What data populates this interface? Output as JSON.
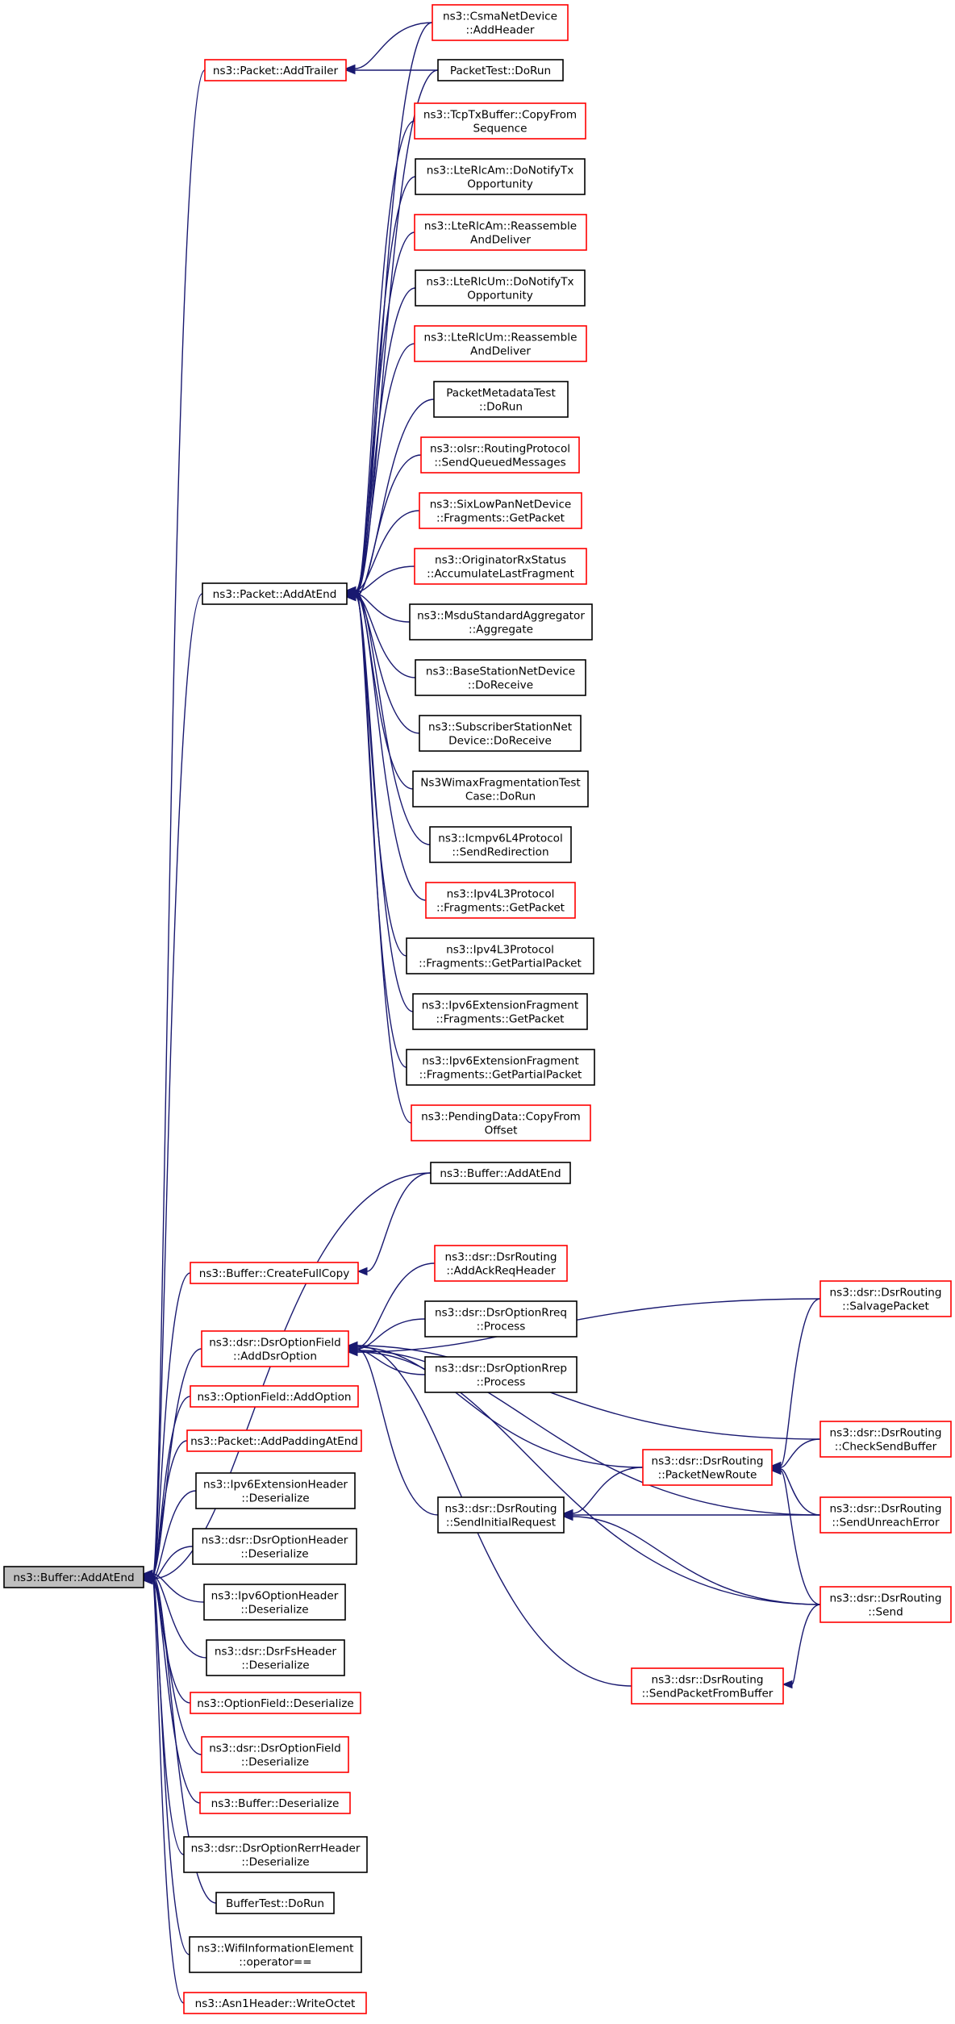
{
  "graph": {
    "root": "ns3::Buffer::AddAtEnd",
    "nodes": [
      {
        "id": "root",
        "lines": [
          "ns3::Buffer::AddAtEnd"
        ],
        "style": "root"
      },
      {
        "id": "addTrailer",
        "lines": [
          "ns3::Packet::AddTrailer"
        ],
        "style": "red"
      },
      {
        "id": "csmaAddHeader",
        "lines": [
          "ns3::CsmaNetDevice",
          "::AddHeader"
        ],
        "style": "red"
      },
      {
        "id": "packetTestDoRun",
        "lines": [
          "PacketTest::DoRun"
        ],
        "style": "black"
      },
      {
        "id": "tcpTxCopy",
        "lines": [
          "ns3::TcpTxBuffer::CopyFrom",
          "Sequence"
        ],
        "style": "red"
      },
      {
        "id": "lteAmNotify",
        "lines": [
          "ns3::LteRlcAm::DoNotifyTx",
          "Opportunity"
        ],
        "style": "black"
      },
      {
        "id": "lteAmReassemble",
        "lines": [
          "ns3::LteRlcAm::Reassemble",
          "AndDeliver"
        ],
        "style": "red"
      },
      {
        "id": "lteUmNotify",
        "lines": [
          "ns3::LteRlcUm::DoNotifyTx",
          "Opportunity"
        ],
        "style": "black"
      },
      {
        "id": "lteUmReassemble",
        "lines": [
          "ns3::LteRlcUm::Reassemble",
          "AndDeliver"
        ],
        "style": "red"
      },
      {
        "id": "pktMetaTest",
        "lines": [
          "PacketMetadataTest",
          "::DoRun"
        ],
        "style": "black"
      },
      {
        "id": "olsrSend",
        "lines": [
          "ns3::olsr::RoutingProtocol",
          "::SendQueuedMessages"
        ],
        "style": "red"
      },
      {
        "id": "sixLowPan",
        "lines": [
          "ns3::SixLowPanNetDevice",
          "::Fragments::GetPacket"
        ],
        "style": "red"
      },
      {
        "id": "originator",
        "lines": [
          "ns3::OriginatorRxStatus",
          "::AccumulateLastFragment"
        ],
        "style": "red"
      },
      {
        "id": "msdu",
        "lines": [
          "ns3::MsduStandardAggregator",
          "::Aggregate"
        ],
        "style": "black"
      },
      {
        "id": "baseStation",
        "lines": [
          "ns3::BaseStationNetDevice",
          "::DoReceive"
        ],
        "style": "black"
      },
      {
        "id": "subscriber",
        "lines": [
          "ns3::SubscriberStationNet",
          "Device::DoReceive"
        ],
        "style": "black"
      },
      {
        "id": "wimaxFrag",
        "lines": [
          "Ns3WimaxFragmentationTest",
          "Case::DoRun"
        ],
        "style": "black"
      },
      {
        "id": "icmpv6",
        "lines": [
          "ns3::Icmpv6L4Protocol",
          "::SendRedirection"
        ],
        "style": "black"
      },
      {
        "id": "ipv4GetPacket",
        "lines": [
          "ns3::Ipv4L3Protocol",
          "::Fragments::GetPacket"
        ],
        "style": "red"
      },
      {
        "id": "ipv4GetPartial",
        "lines": [
          "ns3::Ipv4L3Protocol",
          "::Fragments::GetPartialPacket"
        ],
        "style": "black"
      },
      {
        "id": "ipv6ExtGetPacket",
        "lines": [
          "ns3::Ipv6ExtensionFragment",
          "::Fragments::GetPacket"
        ],
        "style": "black"
      },
      {
        "id": "ipv6ExtGetPartial",
        "lines": [
          "ns3::Ipv6ExtensionFragment",
          "::Fragments::GetPartialPacket"
        ],
        "style": "black"
      },
      {
        "id": "pendingData",
        "lines": [
          "ns3::PendingData::CopyFrom",
          "Offset"
        ],
        "style": "red"
      },
      {
        "id": "packetAddAtEnd",
        "lines": [
          "ns3::Packet::AddAtEnd"
        ],
        "style": "black"
      },
      {
        "id": "bufferAddAtEnd",
        "lines": [
          "ns3::Buffer::AddAtEnd"
        ],
        "style": "black"
      },
      {
        "id": "createFullCopy",
        "lines": [
          "ns3::Buffer::CreateFullCopy"
        ],
        "style": "red"
      },
      {
        "id": "addAckReq",
        "lines": [
          "ns3::dsr::DsrRouting",
          "::AddAckReqHeader"
        ],
        "style": "red"
      },
      {
        "id": "rreqProcess",
        "lines": [
          "ns3::dsr::DsrOptionRreq",
          "::Process"
        ],
        "style": "black"
      },
      {
        "id": "rrepProcess",
        "lines": [
          "ns3::dsr::DsrOptionRrep",
          "::Process"
        ],
        "style": "black"
      },
      {
        "id": "addDsrOption",
        "lines": [
          "ns3::dsr::DsrOptionField",
          "::AddDsrOption"
        ],
        "style": "red"
      },
      {
        "id": "salvage",
        "lines": [
          "ns3::dsr::DsrRouting",
          "::SalvagePacket"
        ],
        "style": "red"
      },
      {
        "id": "optionFieldAdd",
        "lines": [
          "ns3::OptionField::AddOption"
        ],
        "style": "red"
      },
      {
        "id": "addPadding",
        "lines": [
          "ns3::Packet::AddPaddingAtEnd"
        ],
        "style": "red"
      },
      {
        "id": "checkSendBuffer",
        "lines": [
          "ns3::dsr::DsrRouting",
          "::CheckSendBuffer"
        ],
        "style": "red"
      },
      {
        "id": "packetNewRoute",
        "lines": [
          "ns3::dsr::DsrRouting",
          "::PacketNewRoute"
        ],
        "style": "red"
      },
      {
        "id": "ipv6ExtHdrDeser",
        "lines": [
          "ns3::Ipv6ExtensionHeader",
          "::Deserialize"
        ],
        "style": "black"
      },
      {
        "id": "sendInitial",
        "lines": [
          "ns3::dsr::DsrRouting",
          "::SendInitialRequest"
        ],
        "style": "black"
      },
      {
        "id": "sendUnreach",
        "lines": [
          "ns3::dsr::DsrRouting",
          "::SendUnreachError"
        ],
        "style": "red"
      },
      {
        "id": "dsrOptHdrDeser",
        "lines": [
          "ns3::dsr::DsrOptionHeader",
          "::Deserialize"
        ],
        "style": "black"
      },
      {
        "id": "ipv6OptHdrDeser",
        "lines": [
          "ns3::Ipv6OptionHeader",
          "::Deserialize"
        ],
        "style": "black"
      },
      {
        "id": "dsrSend",
        "lines": [
          "ns3::dsr::DsrRouting",
          "::Send"
        ],
        "style": "red"
      },
      {
        "id": "dsrFsDeser",
        "lines": [
          "ns3::dsr::DsrFsHeader",
          "::Deserialize"
        ],
        "style": "black"
      },
      {
        "id": "sendFromBuffer",
        "lines": [
          "ns3::dsr::DsrRouting",
          "::SendPacketFromBuffer"
        ],
        "style": "red"
      },
      {
        "id": "optionFieldDeser",
        "lines": [
          "ns3::OptionField::Deserialize"
        ],
        "style": "red"
      },
      {
        "id": "dsrOptFieldDeser",
        "lines": [
          "ns3::dsr::DsrOptionField",
          "::Deserialize"
        ],
        "style": "red"
      },
      {
        "id": "bufferDeser",
        "lines": [
          "ns3::Buffer::Deserialize"
        ],
        "style": "red"
      },
      {
        "id": "rerrDeser",
        "lines": [
          "ns3::dsr::DsrOptionRerrHeader",
          "::Deserialize"
        ],
        "style": "black"
      },
      {
        "id": "bufferTest",
        "lines": [
          "BufferTest::DoRun"
        ],
        "style": "black"
      },
      {
        "id": "wifiInfo",
        "lines": [
          "ns3::WifiInformationElement",
          "::operator=="
        ],
        "style": "black"
      },
      {
        "id": "asn1Write",
        "lines": [
          "ns3::Asn1Header::WriteOctet"
        ],
        "style": "red"
      }
    ],
    "edges": [
      [
        "addTrailer",
        "root"
      ],
      [
        "csmaAddHeader",
        "addTrailer"
      ],
      [
        "packetTestDoRun",
        "addTrailer"
      ],
      [
        "packetAddAtEnd",
        "root"
      ],
      [
        "csmaAddHeader",
        "packetAddAtEnd"
      ],
      [
        "packetTestDoRun",
        "packetAddAtEnd"
      ],
      [
        "tcpTxCopy",
        "packetAddAtEnd"
      ],
      [
        "lteAmNotify",
        "packetAddAtEnd"
      ],
      [
        "lteAmReassemble",
        "packetAddAtEnd"
      ],
      [
        "lteUmNotify",
        "packetAddAtEnd"
      ],
      [
        "lteUmReassemble",
        "packetAddAtEnd"
      ],
      [
        "pktMetaTest",
        "packetAddAtEnd"
      ],
      [
        "olsrSend",
        "packetAddAtEnd"
      ],
      [
        "sixLowPan",
        "packetAddAtEnd"
      ],
      [
        "originator",
        "packetAddAtEnd"
      ],
      [
        "msdu",
        "packetAddAtEnd"
      ],
      [
        "baseStation",
        "packetAddAtEnd"
      ],
      [
        "subscriber",
        "packetAddAtEnd"
      ],
      [
        "wimaxFrag",
        "packetAddAtEnd"
      ],
      [
        "icmpv6",
        "packetAddAtEnd"
      ],
      [
        "ipv4GetPacket",
        "packetAddAtEnd"
      ],
      [
        "ipv4GetPartial",
        "packetAddAtEnd"
      ],
      [
        "ipv6ExtGetPacket",
        "packetAddAtEnd"
      ],
      [
        "ipv6ExtGetPartial",
        "packetAddAtEnd"
      ],
      [
        "pendingData",
        "packetAddAtEnd"
      ],
      [
        "bufferAddAtEnd",
        "root"
      ],
      [
        "bufferAddAtEnd",
        "createFullCopy"
      ],
      [
        "createFullCopy",
        "root"
      ],
      [
        "addDsrOption",
        "root"
      ],
      [
        "addAckReq",
        "addDsrOption"
      ],
      [
        "rreqProcess",
        "addDsrOption"
      ],
      [
        "rrepProcess",
        "addDsrOption"
      ],
      [
        "salvage",
        "addDsrOption"
      ],
      [
        "checkSendBuffer",
        "addDsrOption"
      ],
      [
        "packetNewRoute",
        "addDsrOption"
      ],
      [
        "sendInitial",
        "addDsrOption"
      ],
      [
        "sendUnreach",
        "addDsrOption"
      ],
      [
        "dsrSend",
        "addDsrOption"
      ],
      [
        "sendFromBuffer",
        "addDsrOption"
      ],
      [
        "salvage",
        "packetNewRoute"
      ],
      [
        "checkSendBuffer",
        "packetNewRoute"
      ],
      [
        "sendUnreach",
        "packetNewRoute"
      ],
      [
        "dsrSend",
        "packetNewRoute"
      ],
      [
        "packetNewRoute",
        "sendInitial"
      ],
      [
        "sendUnreach",
        "sendInitial"
      ],
      [
        "dsrSend",
        "sendInitial"
      ],
      [
        "dsrSend",
        "sendFromBuffer"
      ],
      [
        "optionFieldAdd",
        "root"
      ],
      [
        "addPadding",
        "root"
      ],
      [
        "ipv6ExtHdrDeser",
        "root"
      ],
      [
        "dsrOptHdrDeser",
        "root"
      ],
      [
        "ipv6OptHdrDeser",
        "root"
      ],
      [
        "dsrFsDeser",
        "root"
      ],
      [
        "optionFieldDeser",
        "root"
      ],
      [
        "dsrOptFieldDeser",
        "root"
      ],
      [
        "bufferDeser",
        "root"
      ],
      [
        "rerrDeser",
        "root"
      ],
      [
        "bufferTest",
        "root"
      ],
      [
        "wifiInfo",
        "root"
      ],
      [
        "asn1Write",
        "root"
      ]
    ]
  }
}
